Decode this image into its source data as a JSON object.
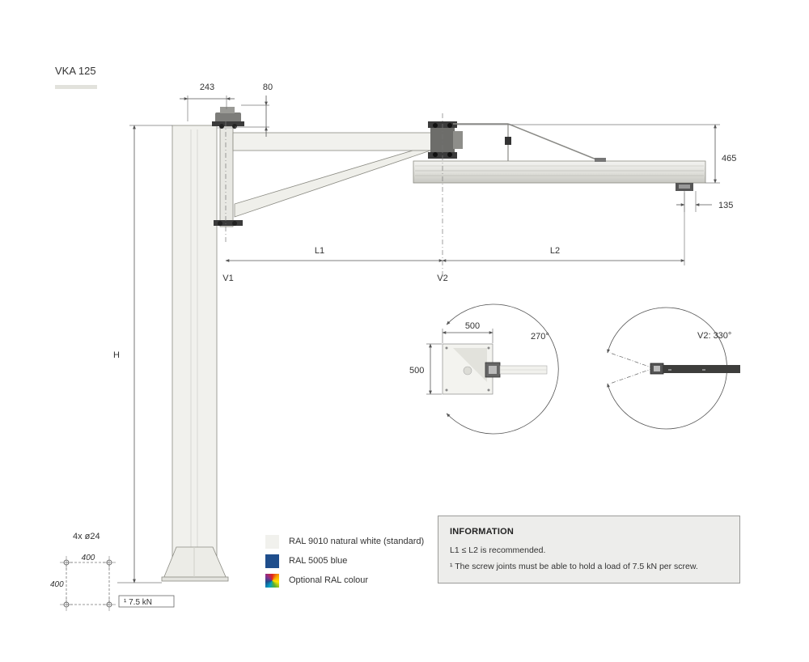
{
  "title": "VKA 125",
  "colors": {
    "structure": "#f1f1ed",
    "accent_underline": "#e2e2dc",
    "blue_swatch": "#1f4e8c",
    "info_bg": "#ededeb"
  },
  "dimensions": {
    "d243": "243",
    "d80": "80",
    "d465": "465",
    "d135": "135",
    "l1": "L1",
    "l2": "L2",
    "v1": "V1",
    "v2": "V2",
    "h": "H"
  },
  "rotation_views": {
    "left": {
      "width": "500",
      "depth": "500",
      "angle": "270°"
    },
    "right": {
      "angle": "V2: 330°"
    }
  },
  "base_plate": {
    "holes": "4x ø24",
    "spacing_x": "400",
    "spacing_y": "400",
    "load_note": "¹ 7.5 kN"
  },
  "legend": [
    {
      "label": "RAL 9010 natural white (standard)",
      "swatch": "white"
    },
    {
      "label": "RAL 5005 blue",
      "swatch": "blue"
    },
    {
      "label": "Optional RAL colour",
      "swatch": "multi"
    }
  ],
  "info": {
    "title": "INFORMATION",
    "line1": "L1 ≤ L2 is recommended.",
    "line2": "¹ The screw joints must be able to hold a load of 7.5 kN per screw."
  }
}
